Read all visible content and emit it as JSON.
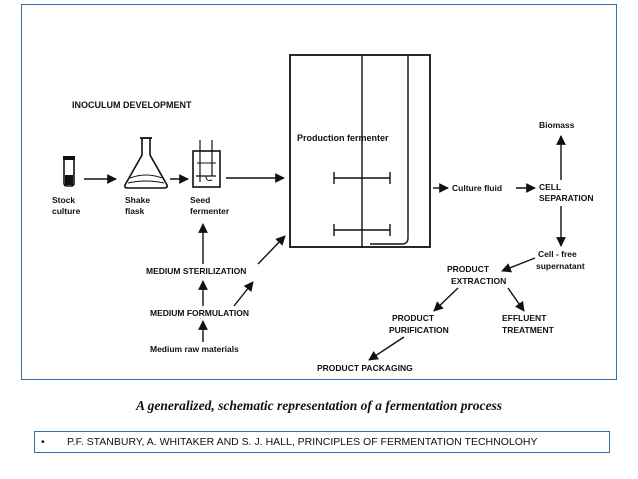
{
  "diagram": {
    "section_label": "INOCULUM DEVELOPMENT",
    "nodes": {
      "stock_culture": [
        "Stock",
        "culture"
      ],
      "shake_flask": [
        "Shake",
        "flask"
      ],
      "seed_fermenter": [
        "Seed",
        "fermenter"
      ],
      "production_fermenter": "Production fermenter",
      "culture_fluid": "Culture fluid",
      "cell_separation": [
        "CELL",
        "SEPARATION"
      ],
      "biomass": "Biomass",
      "cell_free_supernatant": [
        "Cell - free",
        "supernatant"
      ],
      "product_extraction": [
        "PRODUCT",
        "EXTRACTION"
      ],
      "product_purification": [
        "PRODUCT",
        "PURIFICATION"
      ],
      "effluent_treatment": [
        "EFFLUENT",
        "TREATMENT"
      ],
      "product_packaging": "PRODUCT PACKAGING",
      "medium_sterilization": "MEDIUM STERILIZATION",
      "medium_formulation": "MEDIUM FORMULATION",
      "medium_raw_materials": "Medium raw materials"
    }
  },
  "caption": "A generalized, schematic representation of a fermentation process",
  "citation": {
    "bullet": "•",
    "text": "P.F. STANBURY, A. WHITAKER AND S. J. HALL, PRINCIPLES OF FERMENTATION TECHNOLOHY"
  },
  "colors": {
    "frame_border": "#3a6eb3",
    "ink": "#111111"
  }
}
